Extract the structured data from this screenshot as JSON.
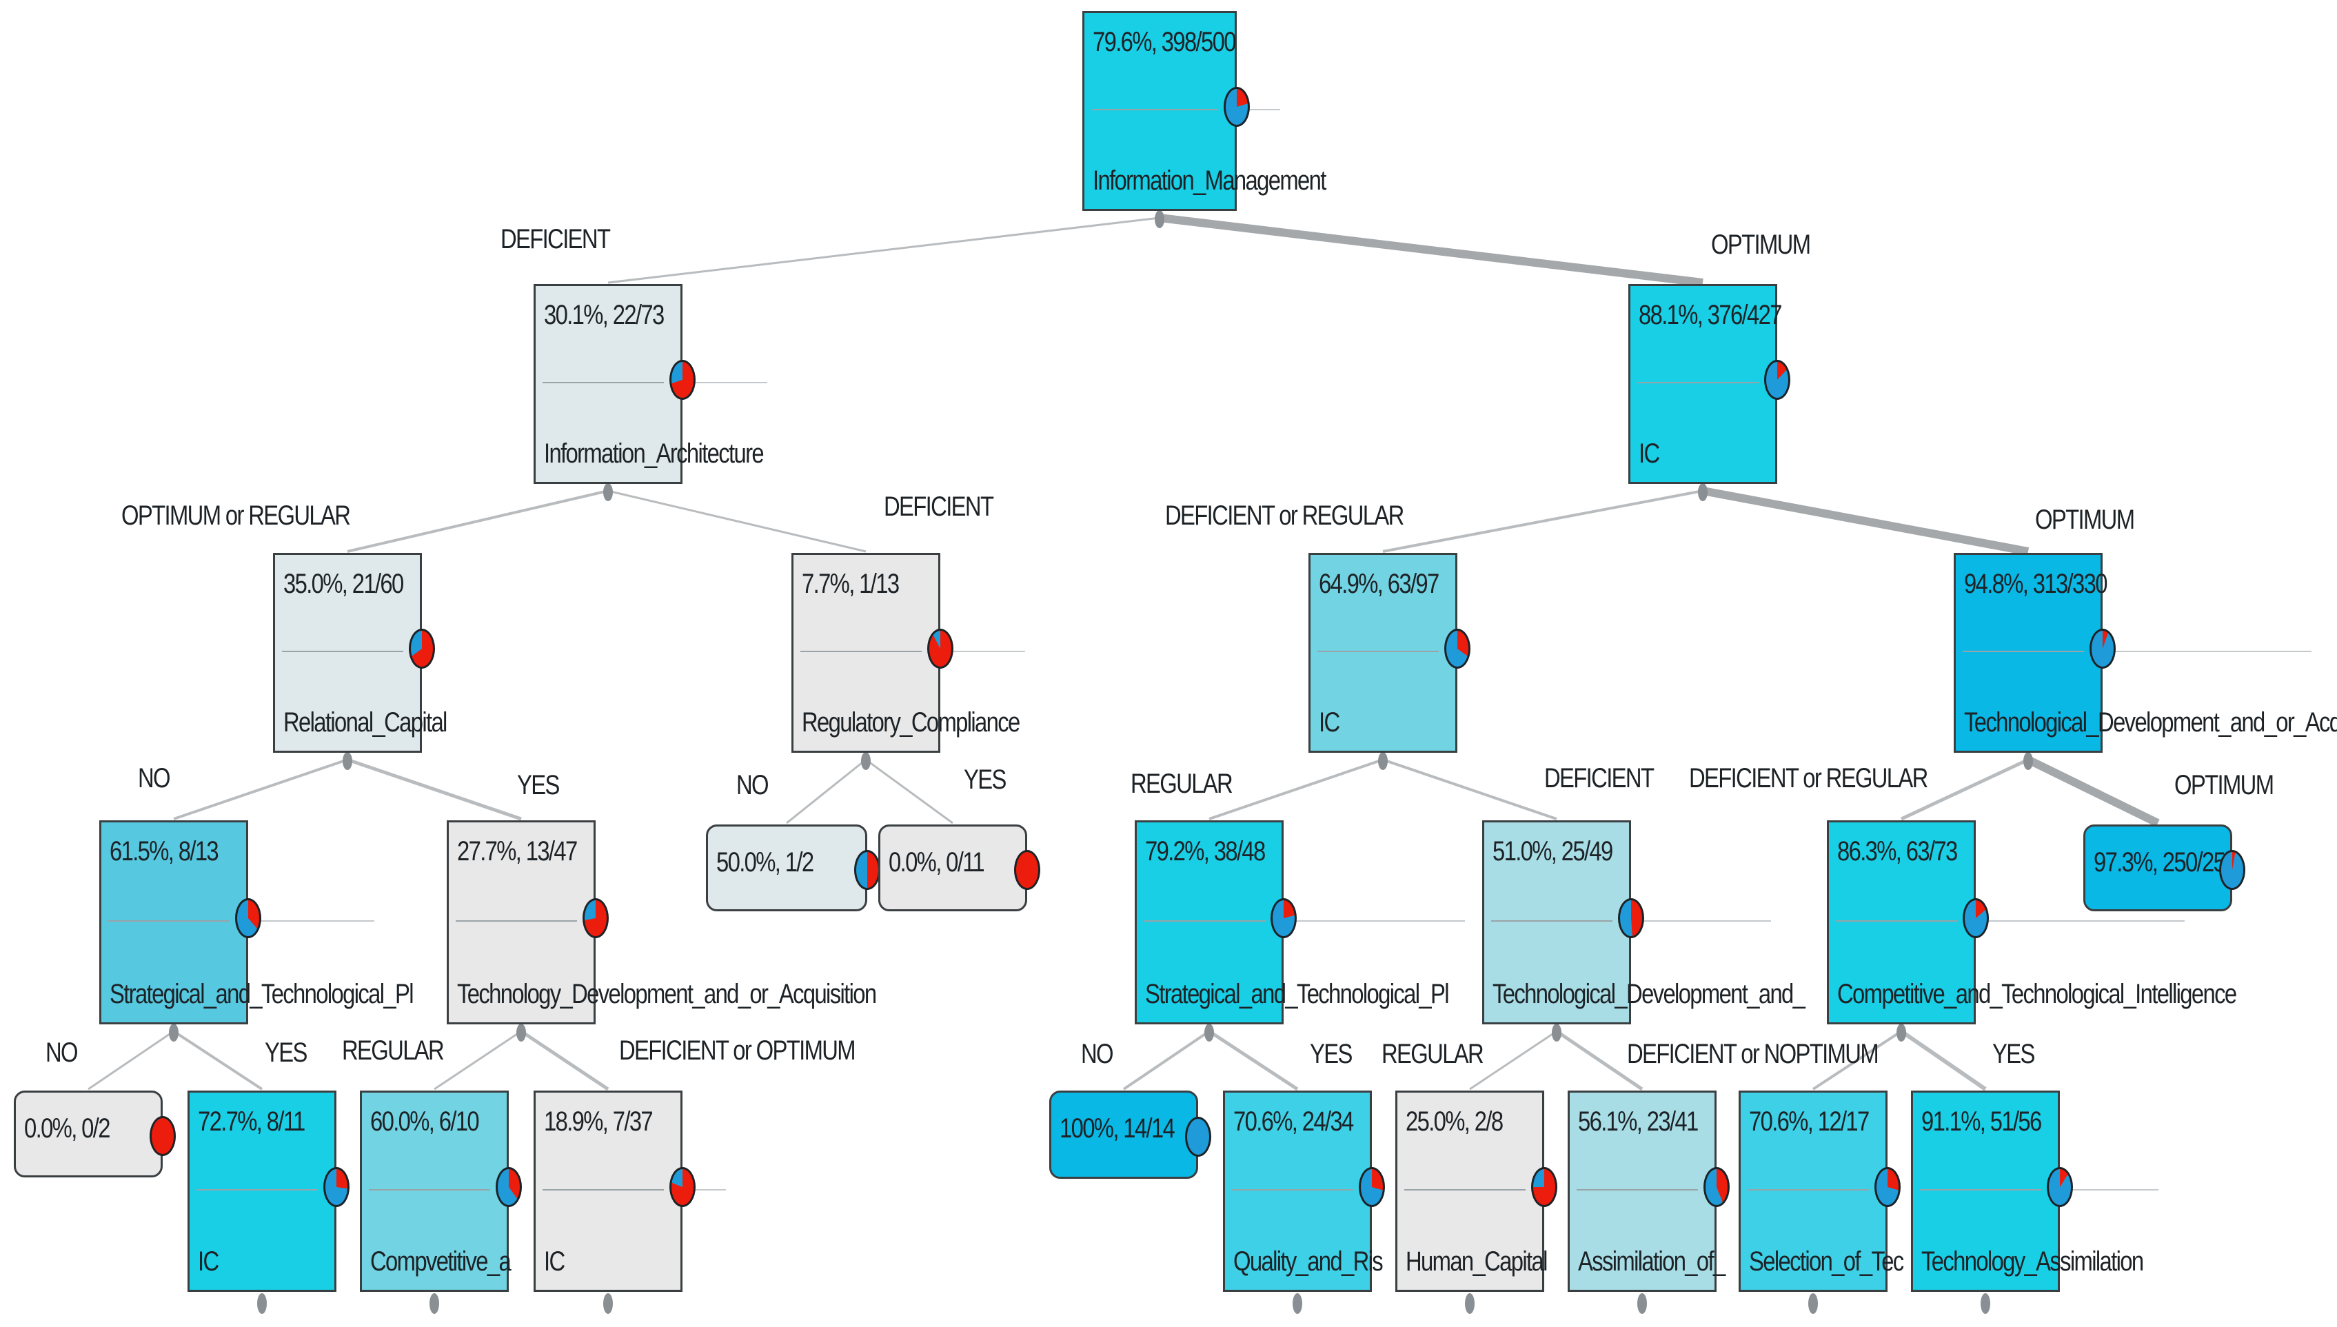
{
  "colors": {
    "cyan": "#19cfe6",
    "cyan_mid": "#3dd0e6",
    "blue": "#0ab8e6",
    "teal_light": "#72d3e2",
    "teal_mid": "#56c8e0",
    "pale": "#a8dde6",
    "grey": "#dfe8ea",
    "light_grey": "#e8e8e8",
    "red": "#ec1d0c",
    "edge": "#b9bcbe"
  },
  "tree": {
    "root": {
      "stat": "79.6%, 398/500",
      "split": "Information_Management",
      "red_share": 0.204
    },
    "n_deficient": {
      "stat": "30.1%, 22/73",
      "split": "Information_Architecture",
      "red_share": 0.699
    },
    "n_optimum": {
      "stat": "88.1%, 376/427",
      "split": "IC",
      "red_share": 0.119
    },
    "n_rel_cap": {
      "stat": "35.0%, 21/60",
      "split": "Relational_Capital",
      "red_share": 0.65
    },
    "n_reg_comp": {
      "stat": "7.7%, 1/13",
      "split": "Regulatory_Compliance",
      "red_share": 0.923
    },
    "n_ic_649": {
      "stat": "64.9%, 63/97",
      "split": "IC",
      "red_share": 0.351
    },
    "n_tech_dev_948": {
      "stat": "94.8%, 313/330",
      "split": "Technological_Development_and_or_Acquisition",
      "red_share": 0.052
    },
    "n_strat_615": {
      "stat": "61.5%, 8/13",
      "split": "Strategical_and_Technological_Pl",
      "red_share": 0.385
    },
    "n_techdev_277": {
      "stat": "27.7%, 13/47",
      "split": "Technology_Development_and_or_Acquisition",
      "red_share": 0.723
    },
    "leaf_500": {
      "stat": "50.0%, 1/2",
      "split": "",
      "red_share": 0.5
    },
    "leaf_00_11": {
      "stat": "0.0%, 0/11",
      "split": "",
      "red_share": 1.0
    },
    "n_strat_792": {
      "stat": "79.2%, 38/48",
      "split": "Strategical_and_Technological_Pl",
      "red_share": 0.208
    },
    "n_techdev_510": {
      "stat": "51.0%, 25/49",
      "split": "Technological_Development_and_",
      "red_share": 0.49
    },
    "n_comp_863": {
      "stat": "86.3%, 63/73",
      "split": "Competitive_and_Technological_Intelligence",
      "red_share": 0.137
    },
    "leaf_973": {
      "stat": "97.3%, 250/25",
      "split": "",
      "red_share": 0.027
    },
    "leaf_00_2": {
      "stat": "0.0%, 0/2",
      "split": "",
      "red_share": 1.0
    },
    "n_ic_727": {
      "stat": "72.7%, 8/11",
      "split": "IC",
      "red_share": 0.273
    },
    "n_comp_600": {
      "stat": "60.0%, 6/10",
      "split": "Compvetitive_a",
      "red_share": 0.4
    },
    "n_ic_189": {
      "stat": "18.9%, 7/37",
      "split": "IC",
      "red_share": 0.811
    },
    "leaf_100": {
      "stat": "100%, 14/14",
      "split": "",
      "red_share": 0.0
    },
    "n_qual_706": {
      "stat": "70.6%, 24/34",
      "split": "Quality_and_Ris",
      "red_share": 0.294
    },
    "n_hc_250": {
      "stat": "25.0%, 2/8",
      "split": "Human_Capital",
      "red_share": 0.75
    },
    "n_assim_561": {
      "stat": "56.1%, 23/41",
      "split": "Assimilation_of_",
      "red_share": 0.439
    },
    "n_sel_706": {
      "stat": "70.6%, 12/17",
      "split": "Selection_of_Tec",
      "red_share": 0.294
    },
    "n_techassim_911": {
      "stat": "91.1%, 51/56",
      "split": "Technology_Assimilation",
      "red_share": 0.089
    }
  },
  "edge_labels": {
    "deficient_root": "DEFICIENT",
    "optimum_root": "OPTIMUM",
    "optimum_or_regular": "OPTIMUM or REGULAR",
    "deficient_ia": "DEFICIENT",
    "deficient_or_regular_ic": "DEFICIENT or REGULAR",
    "optimum_ic": "OPTIMUM",
    "no_rc": "NO",
    "yes_rc": "YES",
    "no_reg": "NO",
    "yes_reg": "YES",
    "regular_ic649": "REGULAR",
    "deficient_ic649": "DEFICIENT",
    "deficient_or_regular_td": "DEFICIENT or REGULAR",
    "optimum_td": "OPTIMUM",
    "no_strat615": "NO",
    "yes_strat615": "YES",
    "regular_td277": "REGULAR",
    "deficient_or_optimum": "DEFICIENT or OPTIMUM",
    "no_strat792": "NO",
    "yes_strat792": "YES",
    "regular_td510": "REGULAR",
    "deficient_or_noptimum": "DEFICIENT or NOPTIMUM",
    "yes_comp": "YES"
  }
}
